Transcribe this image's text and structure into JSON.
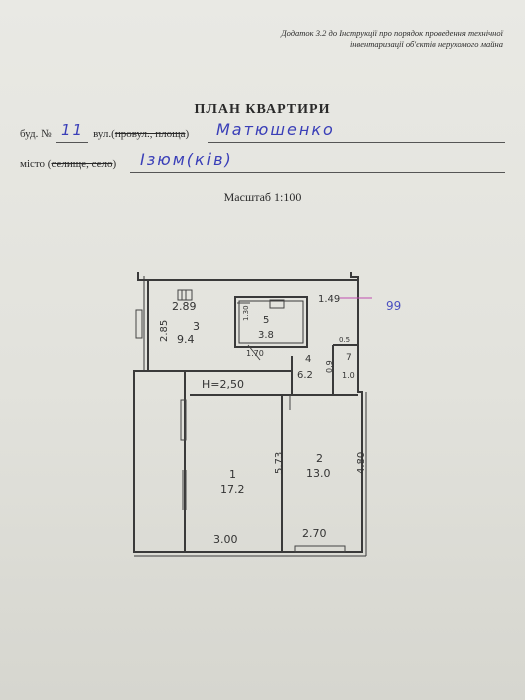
{
  "appendix": {
    "line1": "Додаток 3.2 до Інструкції про порядок проведення технічної",
    "line2": "інвентаризації об'єктів нерухомого майна"
  },
  "title": "ПЛАН КВАРТИРИ",
  "address": {
    "bud_label": "буд. №",
    "bud_value": "11",
    "street_label_prefix": "вул.(",
    "street_struck": "провул., площа",
    "street_label_suffix": ")",
    "street_value": "Матюшенко",
    "city_label_prefix": "місто (",
    "city_struck": "селище, село",
    "city_label_suffix": ")",
    "city_value": "Ізюм(ків)"
  },
  "scale_label": "Масштаб 1:100",
  "plan": {
    "height_label": "H=2,50",
    "rooms": [
      {
        "num": "3",
        "area": "9.4"
      },
      {
        "num": "5",
        "area": "3.8"
      },
      {
        "num": "4",
        "area": "6.2"
      },
      {
        "num": "7",
        "area": "1.0"
      },
      {
        "num": "1",
        "area": "17.2"
      },
      {
        "num": "2",
        "area": "13.0"
      }
    ],
    "dimensions": {
      "d289": "2.89",
      "d149": "1.49",
      "d285": "2.85",
      "d170": "1.70",
      "d130": "1.30",
      "d050": "0.5",
      "d090": "0.9",
      "d573": "5.73",
      "d480": "4.80",
      "d300": "3.00",
      "d270": "2.70"
    },
    "stamp_mark": "99"
  }
}
